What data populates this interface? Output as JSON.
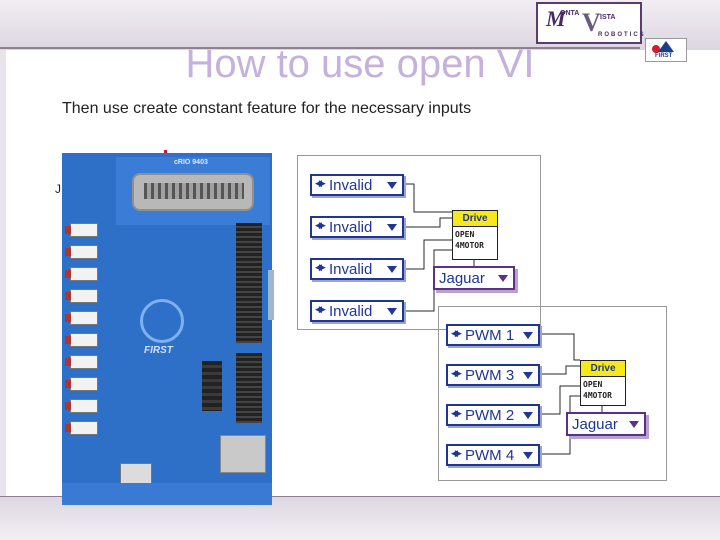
{
  "slide": {
    "title": "How to use open VI",
    "subtitle": "Then use create constant feature for the necessary inputs"
  },
  "logos": {
    "montavista": {
      "m": "M",
      "v": "V",
      "t1": "ONTA",
      "t2": "ISTA",
      "t3": "ROBOTICS"
    },
    "first": {
      "word": "FIRST"
    }
  },
  "board": {
    "header_label": "cRIO 9403",
    "emblem_text": "FIRST"
  },
  "panel1": {
    "controls": [
      "Invalid",
      "Invalid",
      "Invalid",
      "Invalid"
    ],
    "vi": {
      "header": "Drive",
      "line1": "OPEN",
      "line2": "4MOTOR"
    },
    "jaguar": "Jaguar"
  },
  "panel2": {
    "controls": [
      "PWM 1",
      "PWM 3",
      "PWM 2",
      "PWM 4"
    ],
    "vi": {
      "header": "Drive",
      "line1": "OPEN",
      "line2": "4MOTOR"
    },
    "jaguar": "Jaguar"
  },
  "colors": {
    "title": "#c5b2dc",
    "control_border": "#1f3597",
    "vi_header": "#f5e91a",
    "jaguar_border": "#5b2f8a",
    "board_blue": "#2e6fc8"
  },
  "icons": {
    "enum_arrows": "left-right-arrows-icon",
    "dropdown": "triangle-down-icon"
  }
}
